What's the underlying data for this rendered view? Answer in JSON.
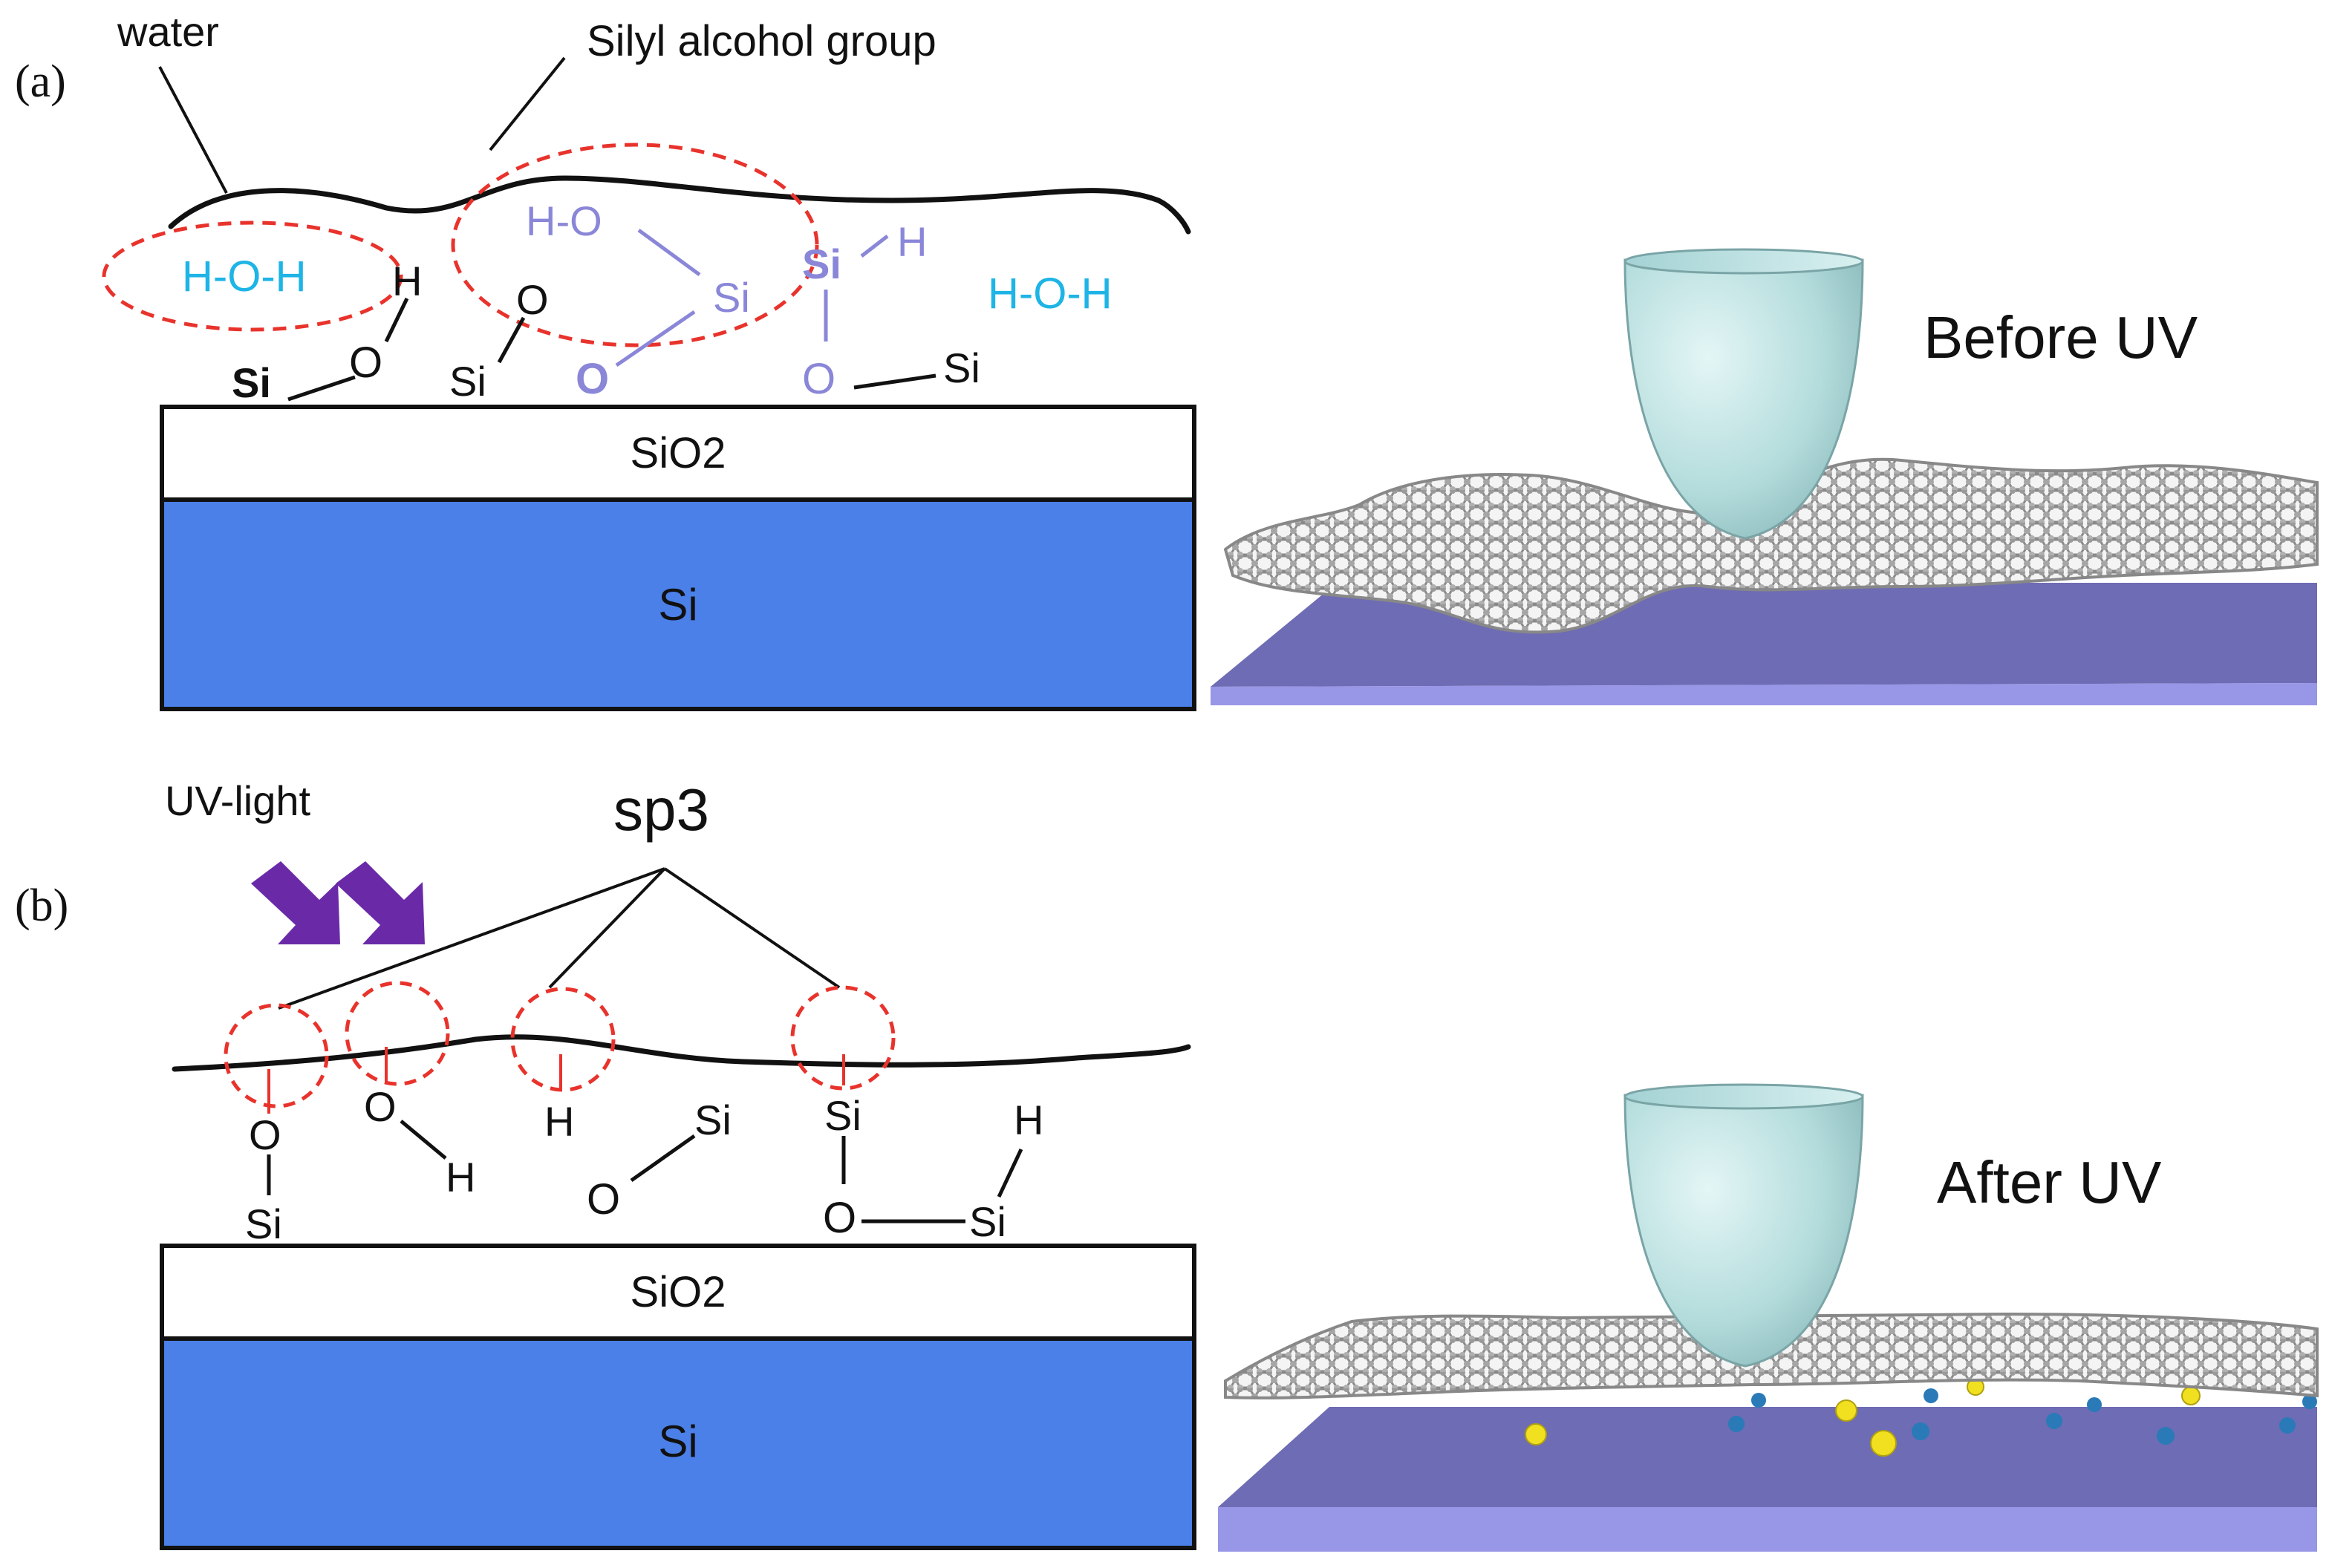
{
  "colors": {
    "black": "#111111",
    "red_dashed": "#e8332c",
    "water_cyan": "#1eb4e6",
    "silyl_purple": "#8a86d8",
    "si_blue": "#4a80e8",
    "tip_fill": "#bfe4e6",
    "substrate_top": "#6e6cb4",
    "substrate_front": "#9896e6",
    "uv_arrow": "#6a2aa8",
    "graphene": "#b8b8b8",
    "yellow_atom": "#f0e020",
    "blue_atom": "#2a7ab8"
  },
  "panel_a": {
    "label": "(a)",
    "water_label": "water",
    "silyl_label": "Silyl alcohol group",
    "hoh_left": "H-O-H",
    "hoh_right": "H-O-H",
    "ho_silyl": "H-O",
    "si_silyl": "Si",
    "o_silyl": "O",
    "si_silyl_bold": "Si",
    "h_silyl": "H",
    "o_silyl_lower": "O",
    "si_right_black": "Si",
    "h_black": "H",
    "o_black_1": "O",
    "si_bold": "Si",
    "o_black_2": "O",
    "si_black_2": "Si",
    "sio2_label": "SiO2",
    "si_label": "Si",
    "state_label": "Before UV"
  },
  "panel_b": {
    "label": "(b)",
    "uv_label": "UV-light",
    "sp3_label": "sp3",
    "o_1": "O",
    "si_1": "Si",
    "o_2": "O",
    "h_2": "H",
    "h_3": "H",
    "si_4": "Si",
    "o_4": "O",
    "si_5": "Si",
    "o_5": "O",
    "si_6": "Si",
    "h_6": "H",
    "sio2_label": "SiO2",
    "si_label": "Si",
    "state_label": "After UV"
  }
}
